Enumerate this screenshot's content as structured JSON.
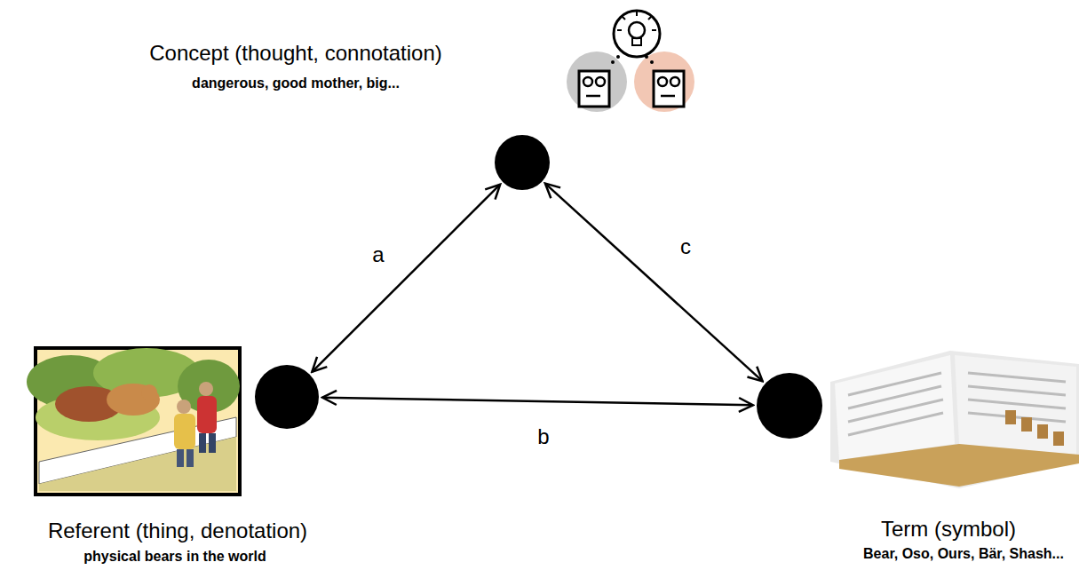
{
  "diagram": {
    "nodes": [
      {
        "text": [
          "Concept (thought, connotation)",
          "dangerous, good mother, big..."
        ]
      },
      {
        "text": [
          "Referent (thing, denotation)",
          "physical bears in the world"
        ]
      },
      {
        "text": [
          "Term (symbol)",
          "Bear, Oso, Ours, Bär, Shash..."
        ]
      }
    ],
    "edges": [
      {
        "from": 0,
        "to": 1,
        "label": "a",
        "arrow": "both"
      },
      {
        "from": 1,
        "to": 2,
        "label": "b",
        "arrow": "both"
      },
      {
        "from": 0,
        "to": 2,
        "label": "c",
        "arrow": "both"
      }
    ]
  }
}
